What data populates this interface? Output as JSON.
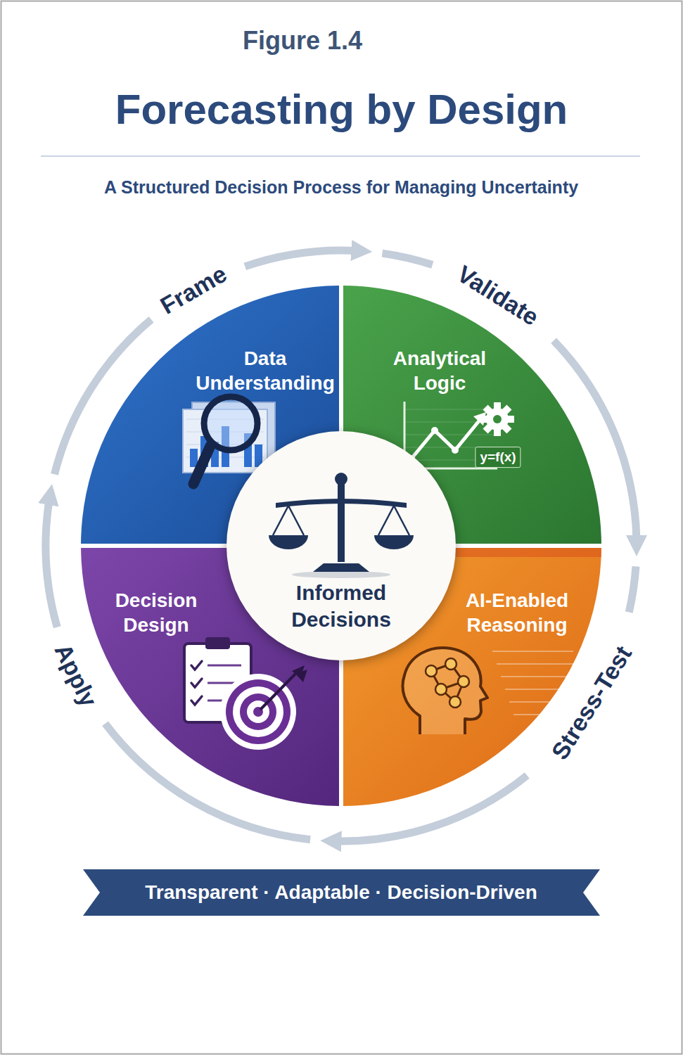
{
  "diagram": {
    "title": "Forecasting by Design",
    "nodes": [
      {
        "text": [
          "Data Understanding"
        ]
      },
      {
        "text": [
          "Analytical Logic"
        ]
      },
      {
        "text": [
          "Informed Decisions"
        ]
      },
      {
        "text": [
          "Decision Design"
        ]
      },
      {
        "text": [
          "AI-Enabled Reasoning"
        ]
      },
      {
        "text": [
          "Transparent · Adaptable · Decision-Driven"
        ]
      }
    ],
    "labels": [
      "Figure 1.4",
      "A Structured Decision Process for Managing Uncertainty",
      "Frame",
      "Validate",
      "Stress-Test",
      "Apply",
      "y=f(x)"
    ]
  }
}
